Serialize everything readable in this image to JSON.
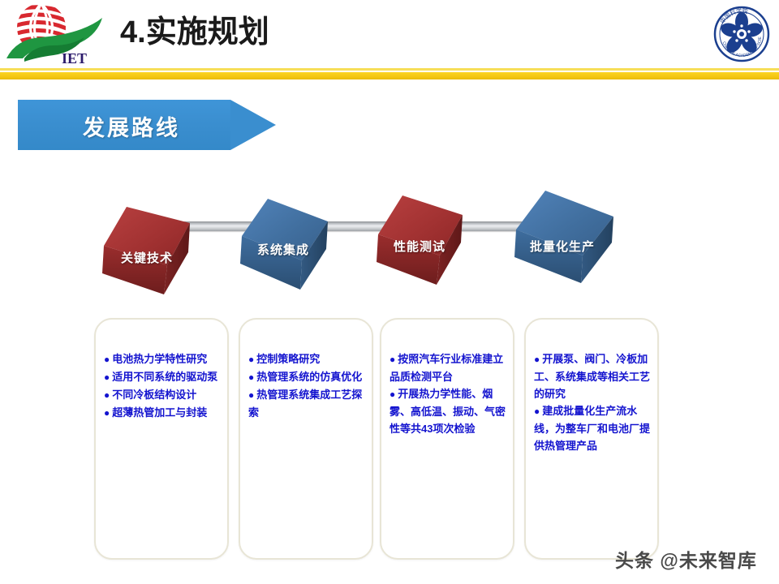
{
  "header": {
    "title": "4.实施规划",
    "logo_left_text": "IET",
    "logo_left_name": "iet-logo",
    "logo_right_name": "chinese-academy-of-sciences-logo",
    "divider_color": "#f5c813"
  },
  "section": {
    "banner_label": "发展路线",
    "banner_color": "#3a8ecf"
  },
  "roadmap": {
    "connector_color": "#c9ccd0",
    "milestones": [
      {
        "label": "关键技术",
        "color": "#9e2f2f",
        "accent": "#b94141"
      },
      {
        "label": "系统集成",
        "color": "#3d6fa8",
        "accent": "#4d82bd"
      },
      {
        "label": "性能测试",
        "color": "#9e2f2f",
        "accent": "#b94141"
      },
      {
        "label": "批量化生产",
        "color": "#3d6fa8",
        "accent": "#4d82bd"
      }
    ]
  },
  "cards": [
    {
      "name": "card-key-technology",
      "text_color": "#1414cf",
      "bullets": [
        "电池热力学特性研究",
        "适用不同系统的驱动泵",
        "不同冷板结构设计",
        "超薄热管加工与封装"
      ]
    },
    {
      "name": "card-system-integration",
      "text_color": "#1414cf",
      "bullets": [
        "控制策略研究",
        "热管理系统的仿真优化",
        "热管理系统集成工艺探索"
      ]
    },
    {
      "name": "card-performance-test",
      "text_color": "#1414cf",
      "bullets": [
        "按照汽车行业标准建立品质检测平台",
        "开展热力学性能、烟雾、高低温、振动、气密性等共43项次检验"
      ]
    },
    {
      "name": "card-mass-production",
      "text_color": "#1414cf",
      "bullets": [
        "开展泵、阀门、冷板加工、系统集成等相关工艺的研究",
        "建成批量化生产流水线，为整车厂和电池厂提供热管理产品"
      ]
    }
  ],
  "watermark": {
    "text": "头条 @未来智库"
  }
}
